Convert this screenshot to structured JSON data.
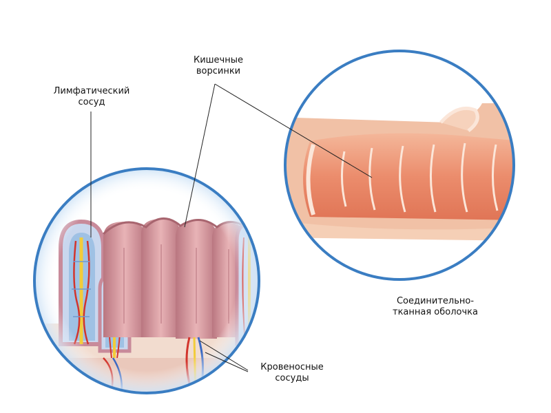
{
  "labels": {
    "lymphatic_vessel": [
      "Лимфатический",
      "сосуд"
    ],
    "intestinal_villi": [
      "Кишечные",
      "ворсинки"
    ],
    "connective_tissue": [
      "Соединительно-",
      "тканная оболочка"
    ],
    "blood_vessels": [
      "Кровеносные",
      "сосуды"
    ]
  },
  "colors": {
    "circle_border": "#3a7dc2",
    "villus_tissue": "#d99aa0",
    "intestine_wall": "#e9866a",
    "lymph_vessel": "#f2cc3a",
    "blood_vessel": "#d2342c"
  }
}
